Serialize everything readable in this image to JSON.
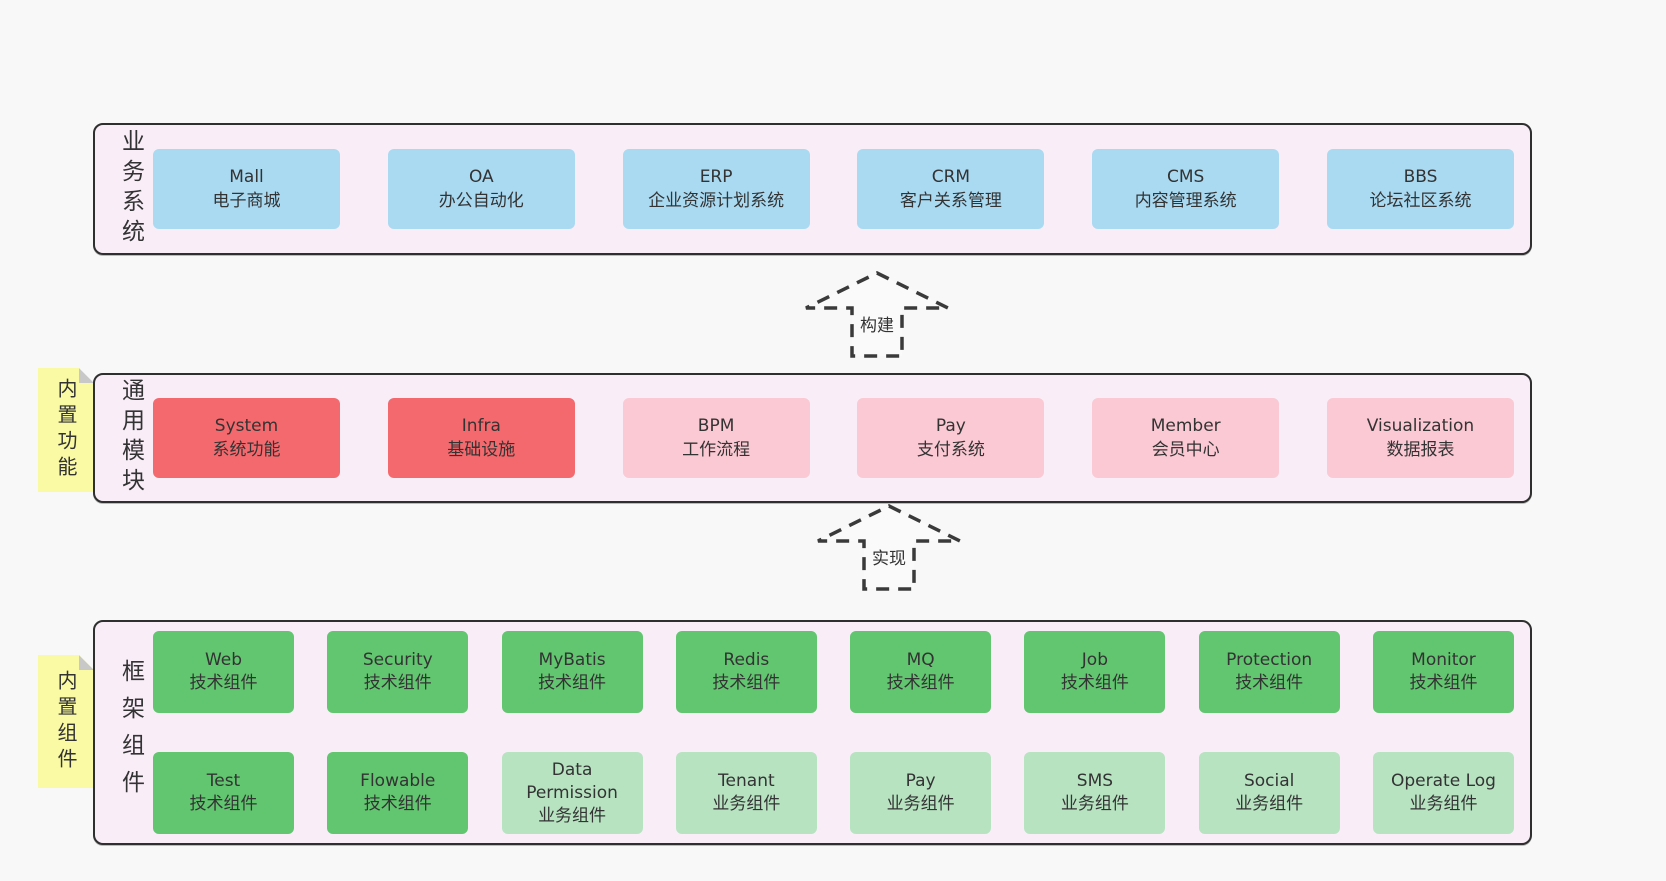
{
  "colors": {
    "page_bg": "#f8f8f8",
    "layer_bg": "#f9eef8",
    "layer_border": "#2f2f2f",
    "card_blue": "#a9daf2",
    "card_red": "#f4696d",
    "card_pink": "#fbc9d3",
    "card_green": "#62c56f",
    "card_light_green": "#b7e3c1",
    "note_yellow": "#fafaa4",
    "note_fold_gray": "#c8c8c8",
    "text": "#333333"
  },
  "arrows": [
    {
      "label": "构建"
    },
    {
      "label": "实现"
    }
  ],
  "layers": {
    "business": {
      "side_label": "业务系统",
      "cards": [
        {
          "title": "Mall",
          "subtitle": "电子商城",
          "variant": "blue"
        },
        {
          "title": "OA",
          "subtitle": "办公自动化",
          "variant": "blue"
        },
        {
          "title": "ERP",
          "subtitle": "企业资源计划系统",
          "variant": "blue"
        },
        {
          "title": "CRM",
          "subtitle": "客户关系管理",
          "variant": "blue"
        },
        {
          "title": "CMS",
          "subtitle": "内容管理系统",
          "variant": "blue"
        },
        {
          "title": "BBS",
          "subtitle": "论坛社区系统",
          "variant": "blue"
        }
      ]
    },
    "modules": {
      "side_label": "通用模块",
      "note": "内置功能",
      "cards": [
        {
          "title": "System",
          "subtitle": "系统功能",
          "variant": "red"
        },
        {
          "title": "Infra",
          "subtitle": "基础设施",
          "variant": "red"
        },
        {
          "title": "BPM",
          "subtitle": "工作流程",
          "variant": "pink"
        },
        {
          "title": "Pay",
          "subtitle": "支付系统",
          "variant": "pink"
        },
        {
          "title": "Member",
          "subtitle": "会员中心",
          "variant": "pink"
        },
        {
          "title": "Visualization",
          "subtitle": "数据报表",
          "variant": "pink"
        }
      ]
    },
    "components": {
      "side_label": "框架组件",
      "note": "内置组件",
      "rows": [
        [
          {
            "title": "Web",
            "subtitle": "技术组件",
            "variant": "green"
          },
          {
            "title": "Security",
            "subtitle": "技术组件",
            "variant": "green"
          },
          {
            "title": "MyBatis",
            "subtitle": "技术组件",
            "variant": "green"
          },
          {
            "title": "Redis",
            "subtitle": "技术组件",
            "variant": "green"
          },
          {
            "title": "MQ",
            "subtitle": "技术组件",
            "variant": "green"
          },
          {
            "title": "Job",
            "subtitle": "技术组件",
            "variant": "green"
          },
          {
            "title": "Protection",
            "subtitle": "技术组件",
            "variant": "green"
          },
          {
            "title": "Monitor",
            "subtitle": "技术组件",
            "variant": "green"
          }
        ],
        [
          {
            "title": "Test",
            "subtitle": "技术组件",
            "variant": "green"
          },
          {
            "title": "Flowable",
            "subtitle": "技术组件",
            "variant": "green"
          },
          {
            "title": "Data Permission",
            "subtitle": "业务组件",
            "variant": "lgreen"
          },
          {
            "title": "Tenant",
            "subtitle": "业务组件",
            "variant": "lgreen"
          },
          {
            "title": "Pay",
            "subtitle": "业务组件",
            "variant": "lgreen"
          },
          {
            "title": "SMS",
            "subtitle": "业务组件",
            "variant": "lgreen"
          },
          {
            "title": "Social",
            "subtitle": "业务组件",
            "variant": "lgreen"
          },
          {
            "title": "Operate Log",
            "subtitle": "业务组件",
            "variant": "lgreen"
          }
        ]
      ]
    }
  }
}
